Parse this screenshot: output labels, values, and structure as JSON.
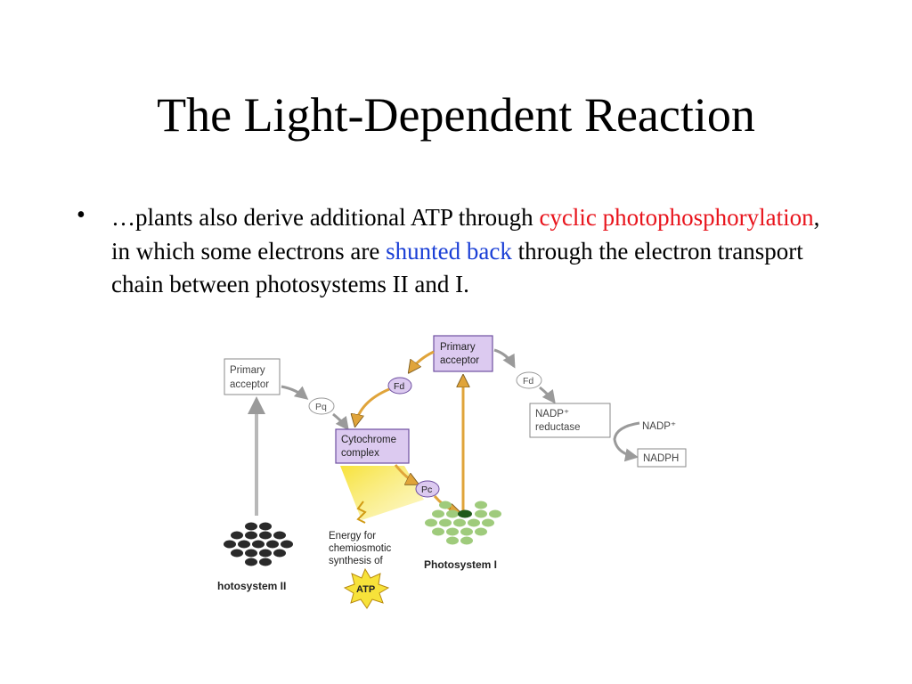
{
  "title": "The Light-Dependent Reaction",
  "bullet": {
    "marker": "•",
    "segments": [
      {
        "text": "…plants also derive additional ATP through ",
        "style": "plain"
      },
      {
        "text": "cyclic photophosphorylation",
        "style": "red"
      },
      {
        "text": ", in which some electrons are ",
        "style": "plain"
      },
      {
        "text": "shunted back",
        "style": "blue"
      },
      {
        "text": " through the electron transport chain between photosystems II and I.",
        "style": "plain"
      }
    ]
  },
  "diagram": {
    "ps2_primary_acceptor": [
      "Primary",
      "acceptor"
    ],
    "pq": "Pq",
    "cytochrome_complex": [
      "Cytochrome",
      "complex"
    ],
    "pc": "Pc",
    "energy_text": [
      "Energy for",
      "chemiosmotic",
      "synthesis of"
    ],
    "atp": "ATP",
    "photosystem_2": "hotosystem II",
    "ps1_primary_acceptor": [
      "Primary",
      "acceptor"
    ],
    "fd_cyclic": "Fd",
    "fd": "Fd",
    "nadp_reductase": [
      "NADP⁺",
      "reductase"
    ],
    "nadp_plus": "NADP⁺",
    "nadph": "NADPH",
    "photosystem_1": "Photosystem I"
  },
  "colors": {
    "red": "#e8141c",
    "blue": "#1a3fd6",
    "cyclic_box_fill": "#dccaf0",
    "cyclic_box_stroke": "#6e4fa0",
    "cyclic_arrow": "#e0a43a",
    "gray_arrow": "#9a9a9a",
    "ps2_disc": "#2a2a2a",
    "ps1_disc": "#9fcb7c",
    "ps1_reaction_center": "#1f5a1a",
    "atp_burst": "#f7e23a"
  }
}
